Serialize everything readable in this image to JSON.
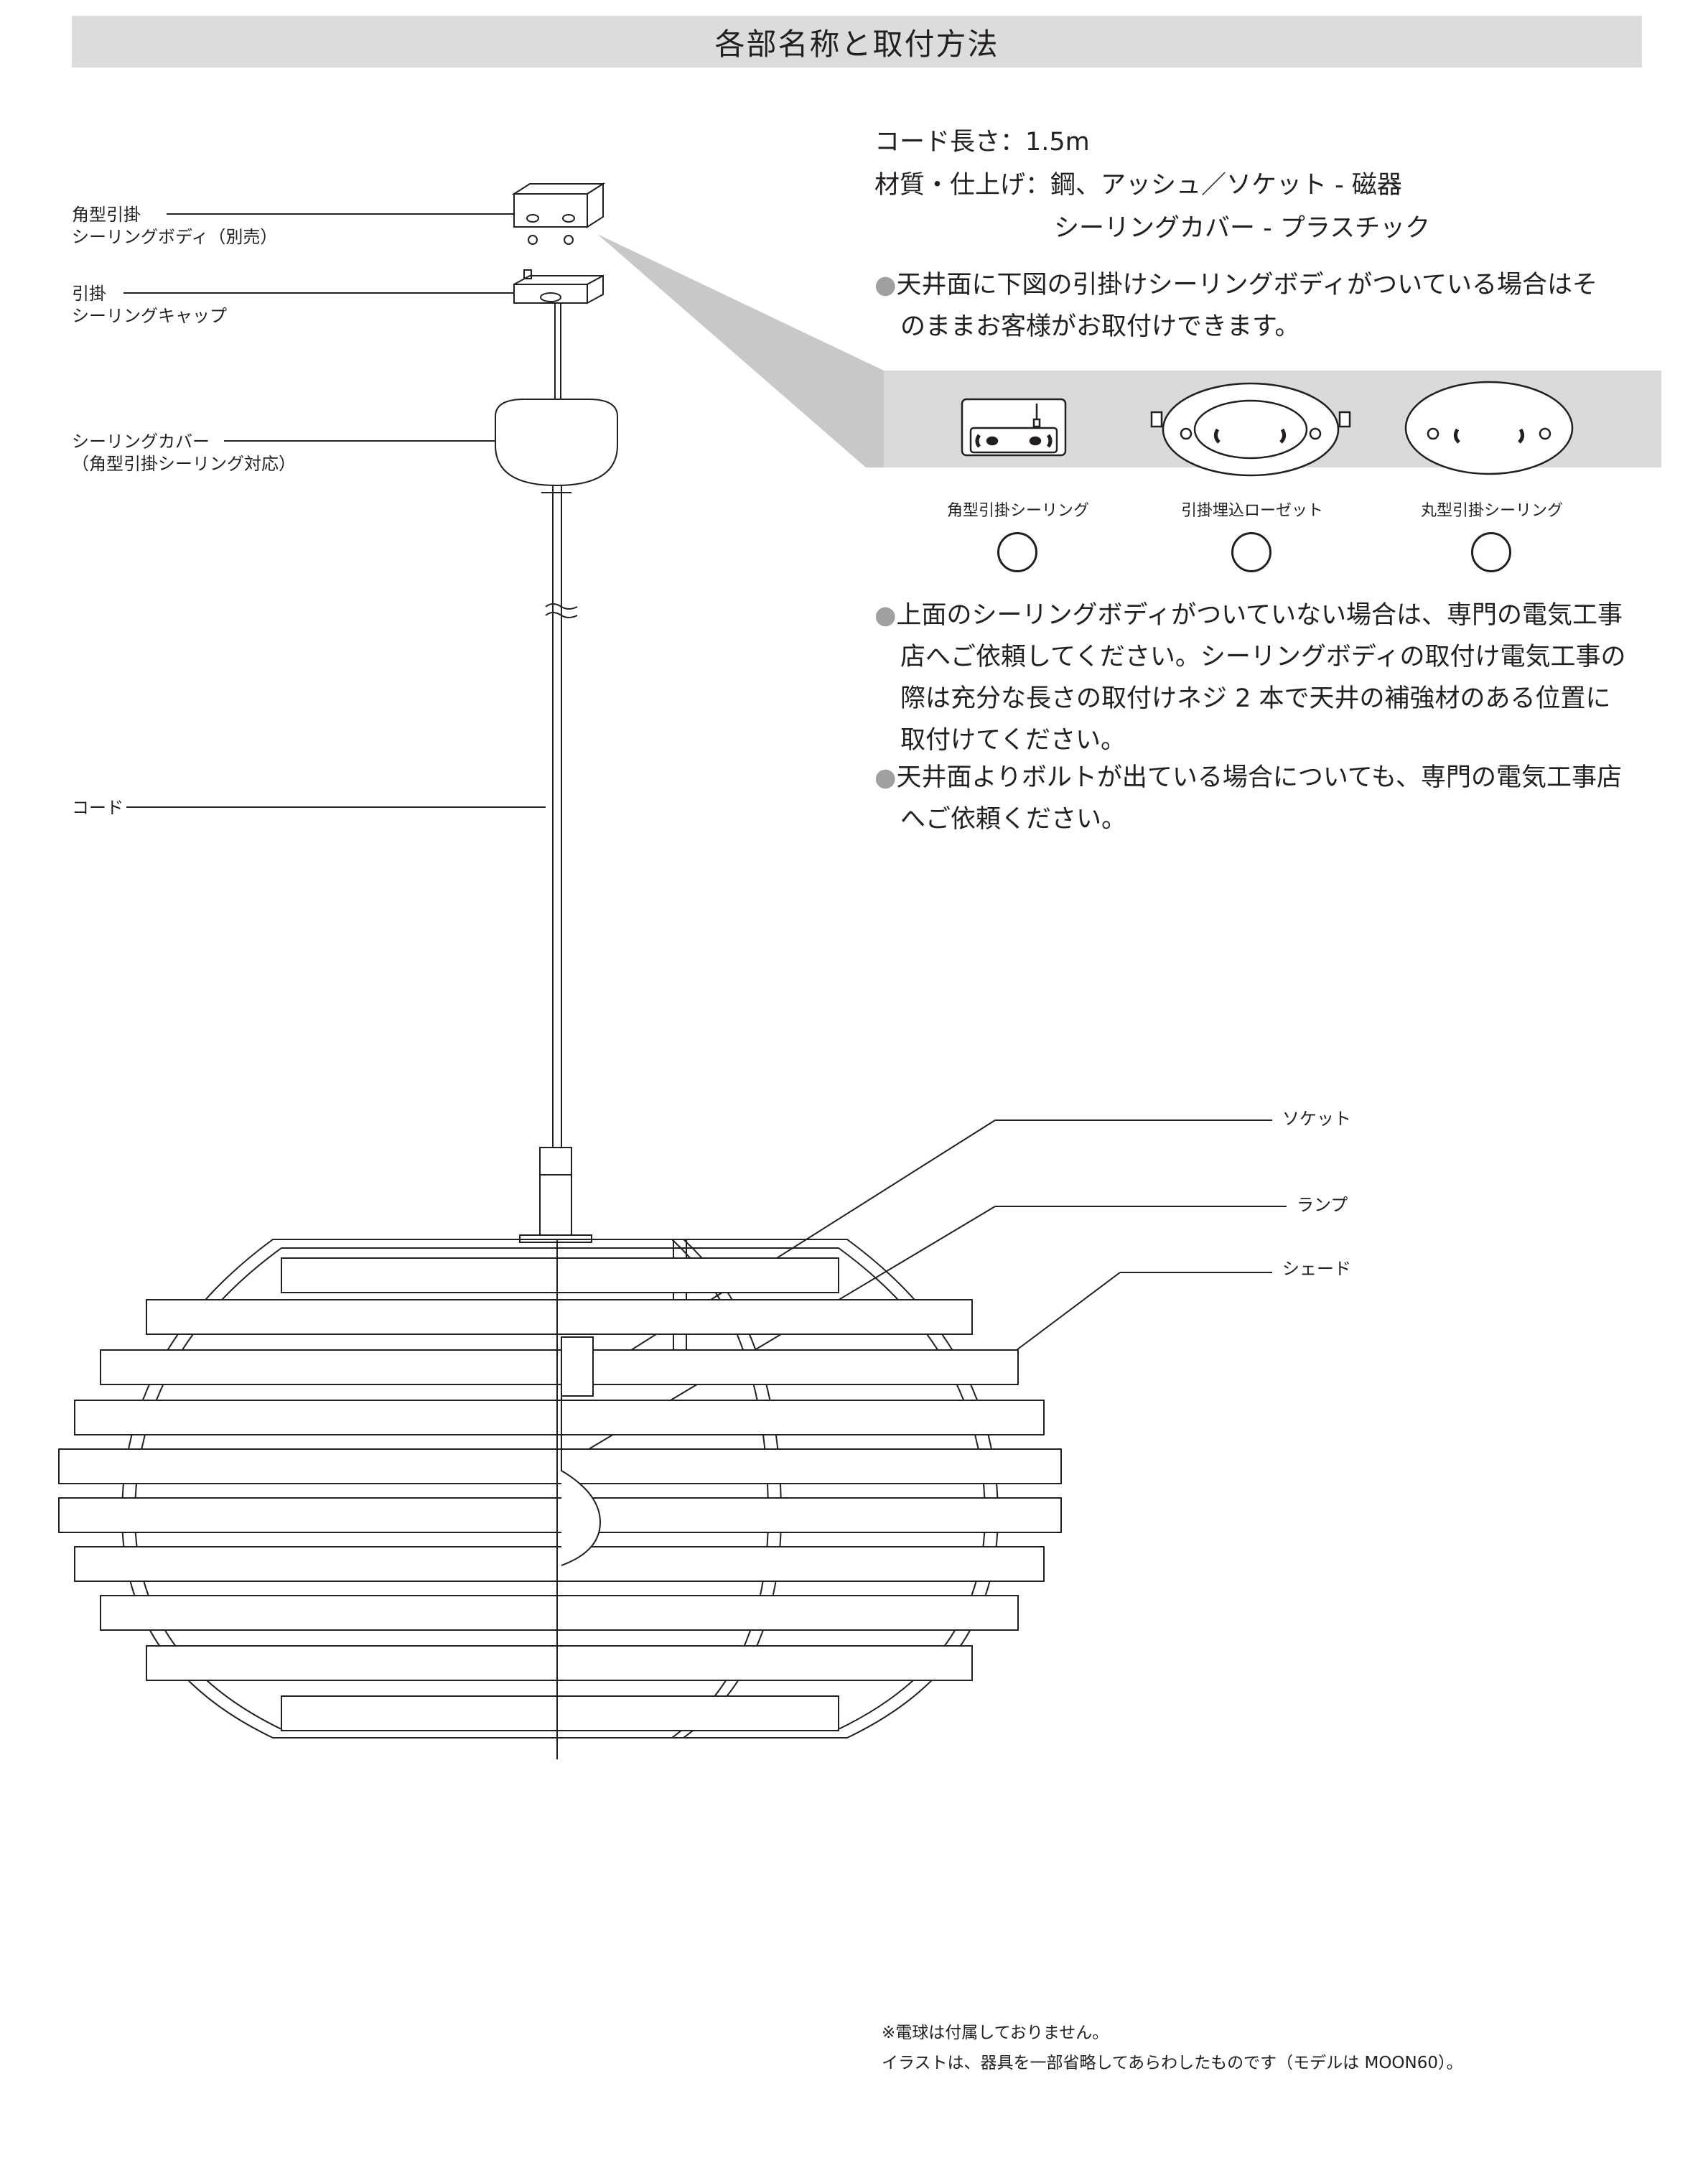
{
  "header": {
    "title": "各部名称と取付方法"
  },
  "spec": {
    "cord_length": "コード長さ：1.5m",
    "material_line1": "材質・仕上げ：鋼、アッシュ／ソケット - 磁器",
    "material_line2": "シーリングカバー - プラスチック"
  },
  "notes": {
    "note1": {
      "bullet": "●",
      "line1": "天井面に下図の引掛けシーリングボディがついている場合はそ",
      "line2": "のままお客様がお取付けできます。"
    },
    "note2": {
      "bullet": "●",
      "line1": "上面のシーリングボディがついていない場合は、専門の電気工事",
      "line2": "店へご依頼してください。シーリングボディの取付け電気工事の",
      "line3": "際は充分な長さの取付けネジ 2 本で天井の補強材のある位置に",
      "line4": "取付けてください。"
    },
    "note3": {
      "bullet": "●",
      "line1": "天井面よりボルトが出ている場合についても、専門の電気工事店",
      "line2": "へご依頼ください。"
    }
  },
  "ceiling_types": [
    {
      "label": "角型引掛シーリング",
      "ok_icon": "circle-ok-icon"
    },
    {
      "label": "引掛埋込ローゼット",
      "ok_icon": "circle-ok-icon"
    },
    {
      "label": "丸型引掛シーリング",
      "ok_icon": "circle-ok-icon"
    }
  ],
  "parts": {
    "ceiling_body": {
      "line1": "角型引掛",
      "line2": "シーリングボディ（別売）"
    },
    "ceiling_cap": {
      "line1": "引掛",
      "line2": "シーリングキャップ"
    },
    "ceiling_cover": {
      "line1": "シーリングカバー",
      "line2": "（角型引掛シーリング対応）"
    },
    "cord": "コード",
    "socket": "ソケット",
    "lamp": "ランプ",
    "shade": "シェード"
  },
  "footnotes": {
    "line1": "※電球は付属しておりません。",
    "line2": "イラストは、器具を一部省略してあらわしたものです（モデルは MOON60）。"
  },
  "colors": {
    "ink": "#231f20",
    "band": "#dcdcdc",
    "bullet": "#a0a0a0"
  }
}
